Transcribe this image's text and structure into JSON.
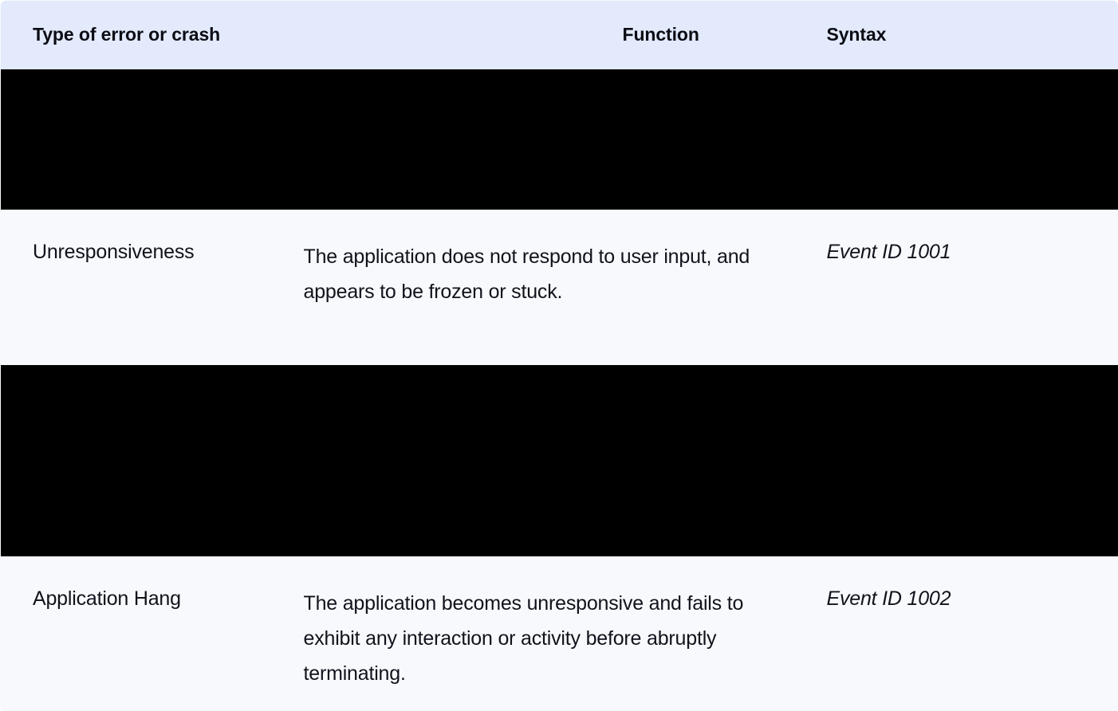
{
  "table": {
    "name": "error-crash-reference-table",
    "columns": [
      {
        "key": "type",
        "label": "Type of error or crash"
      },
      {
        "key": "function",
        "label": "Function"
      },
      {
        "key": "syntax",
        "label": "Syntax"
      }
    ],
    "header": {
      "type_label": "Type of error or crash",
      "function_label": "Function",
      "syntax_label": "Syntax"
    },
    "rows": [
      {
        "kind": "redacted",
        "type": "",
        "function": "",
        "syntax": ""
      },
      {
        "kind": "data",
        "type": "Unresponsiveness",
        "function": "The application does not respond to user input, and appears to be frozen or stuck.",
        "syntax": "Event ID 1001"
      },
      {
        "kind": "redacted",
        "type": "",
        "function": "",
        "syntax": ""
      },
      {
        "kind": "data",
        "type": "Application Hang",
        "function": "The application becomes unresponsive and fails to exhibit any interaction or activity before abruptly terminating.",
        "syntax": "Event ID 1002"
      }
    ]
  },
  "colors": {
    "header_background": "#e2eafc",
    "row_background": "#f8f9fd",
    "redacted_background": "#000000",
    "border": "#d4d8e2",
    "text": "#12121c"
  }
}
